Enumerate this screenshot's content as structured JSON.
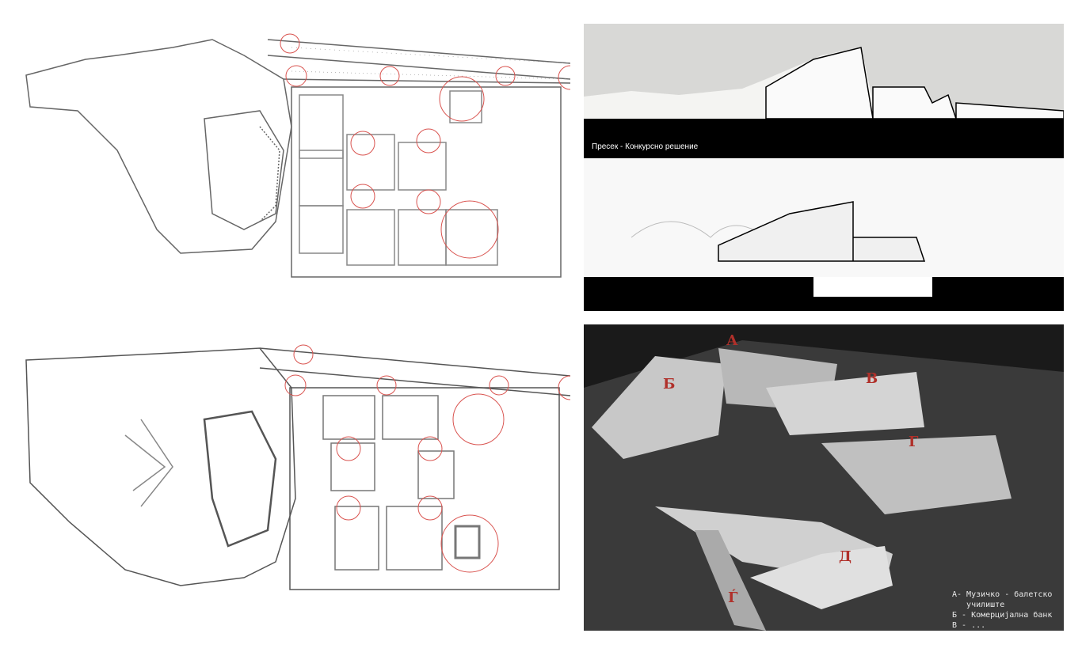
{
  "section_panel": {
    "caption": "Пресек - Конкурсно решение"
  },
  "model_photo": {
    "labels": [
      "А",
      "Б",
      "В",
      "Г",
      "Д",
      "Ѓ"
    ],
    "legend": [
      "А- Музичко - балетско",
      "   училиште",
      "Б - Комерцијална банк",
      "В - ..."
    ]
  },
  "colors": {
    "marker": "#d9534f",
    "line": "#555555",
    "photo_bg": "#1a1a1a"
  }
}
